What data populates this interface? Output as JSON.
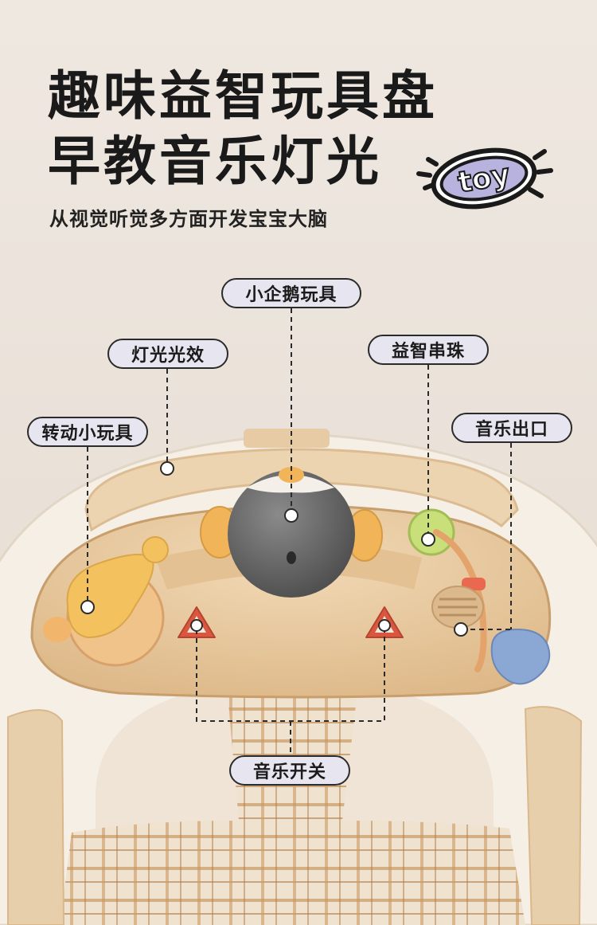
{
  "headline": {
    "line1": "趣味益智玩具盘",
    "line2": "早教音乐灯光",
    "subtitle": "从视觉听觉多方面开发宝宝大脑"
  },
  "badge": {
    "text": "toy"
  },
  "callouts": {
    "penguin": "小企鹅玩具",
    "light": "灯光光效",
    "beads": "益智串珠",
    "rotate": "转动小玩具",
    "speaker": "音乐出口",
    "switch": "音乐开关"
  },
  "colors": {
    "label_bg": "#e7e6f0",
    "tray": "#e8c9a0",
    "frame": "#f4ece2",
    "penguin": "#5e5e5e"
  }
}
